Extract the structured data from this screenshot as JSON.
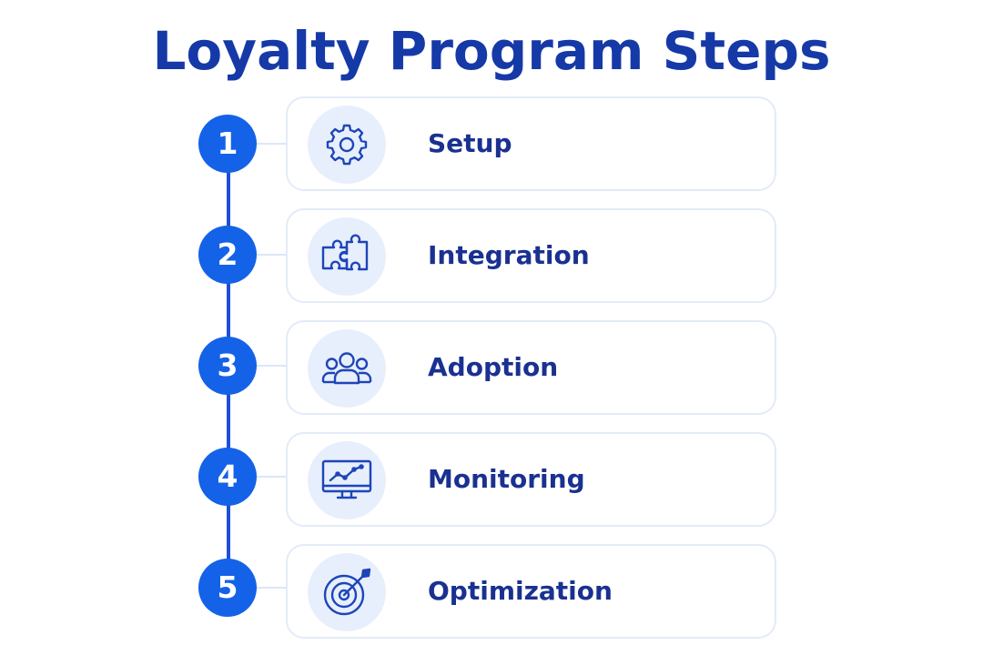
{
  "title": "Loyalty Program Steps",
  "steps": [
    {
      "number": "1",
      "label": "Setup",
      "icon": "gear-icon"
    },
    {
      "number": "2",
      "label": "Integration",
      "icon": "puzzle-icon"
    },
    {
      "number": "3",
      "label": "Adoption",
      "icon": "people-icon"
    },
    {
      "number": "4",
      "label": "Monitoring",
      "icon": "monitor-chart-icon"
    },
    {
      "number": "5",
      "label": "Optimization",
      "icon": "target-icon"
    }
  ],
  "colors": {
    "title": "#1639a8",
    "badge": "#1462e8",
    "line": "#1f4fd8",
    "label": "#1a3191",
    "icon_bg": "#e7effc",
    "card_border": "#e3ebf8"
  }
}
